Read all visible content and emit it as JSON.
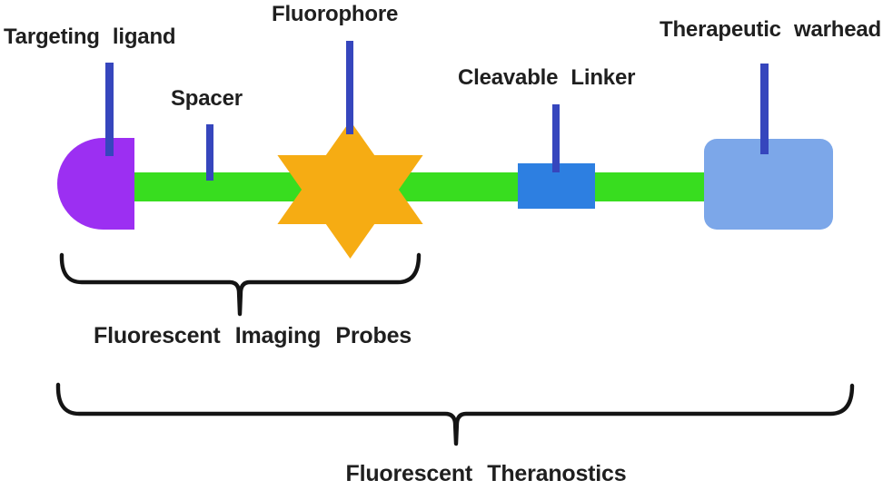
{
  "figure": {
    "component_labels": {
      "targeting_ligand": "Targeting ligand",
      "spacer": "Spacer",
      "fluorophore": "Fluorophore",
      "cleavable_linker": "Cleavable Linker",
      "therapeutic_warhead": "Therapeutic warhead"
    },
    "group_captions": {
      "imaging_probes": "Fluorescent Imaging Probes",
      "theranostics": "Fluorescent Theranostics"
    },
    "colors": {
      "targeting_ligand_shape": "#9c2ff2",
      "backbone_bar": "#38dd1f",
      "fluorophore_star": "#f6ac13",
      "cleavable_linker_block": "#2d7fe1",
      "therapeutic_warhead_block": "#7ca7e9",
      "connector_line": "#3646bd",
      "brace_stroke": "#141414",
      "label_text": "#1f1f1f"
    }
  }
}
